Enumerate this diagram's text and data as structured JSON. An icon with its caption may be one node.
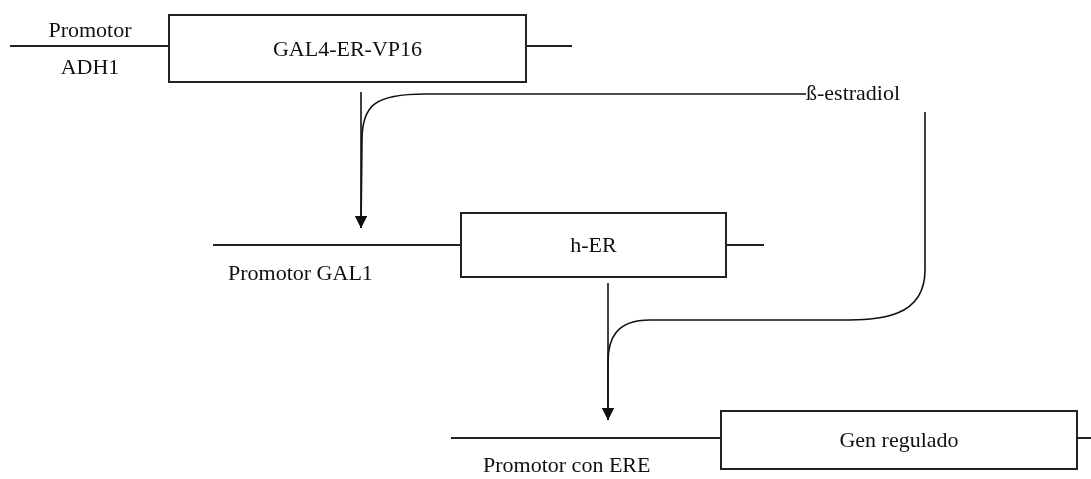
{
  "diagram": {
    "nodes": [
      {
        "text": [
          "Promotor ADH1"
        ]
      },
      {
        "text": [
          "GAL4-ER-VP16"
        ]
      },
      {
        "text": [
          "ß-estradiol"
        ]
      },
      {
        "text": [
          "Promotor GAL1"
        ]
      },
      {
        "text": [
          "h-ER"
        ]
      },
      {
        "text": [
          "Promotor con ERE"
        ]
      },
      {
        "text": [
          "Gen regulado"
        ]
      }
    ],
    "edges": [
      {
        "from": 1,
        "to": 3,
        "arrow": "to"
      },
      {
        "from": 2,
        "to": 3,
        "arrow": "to"
      },
      {
        "from": 4,
        "to": 5,
        "arrow": "to"
      },
      {
        "from": 2,
        "to": 5,
        "arrow": "to"
      }
    ]
  }
}
